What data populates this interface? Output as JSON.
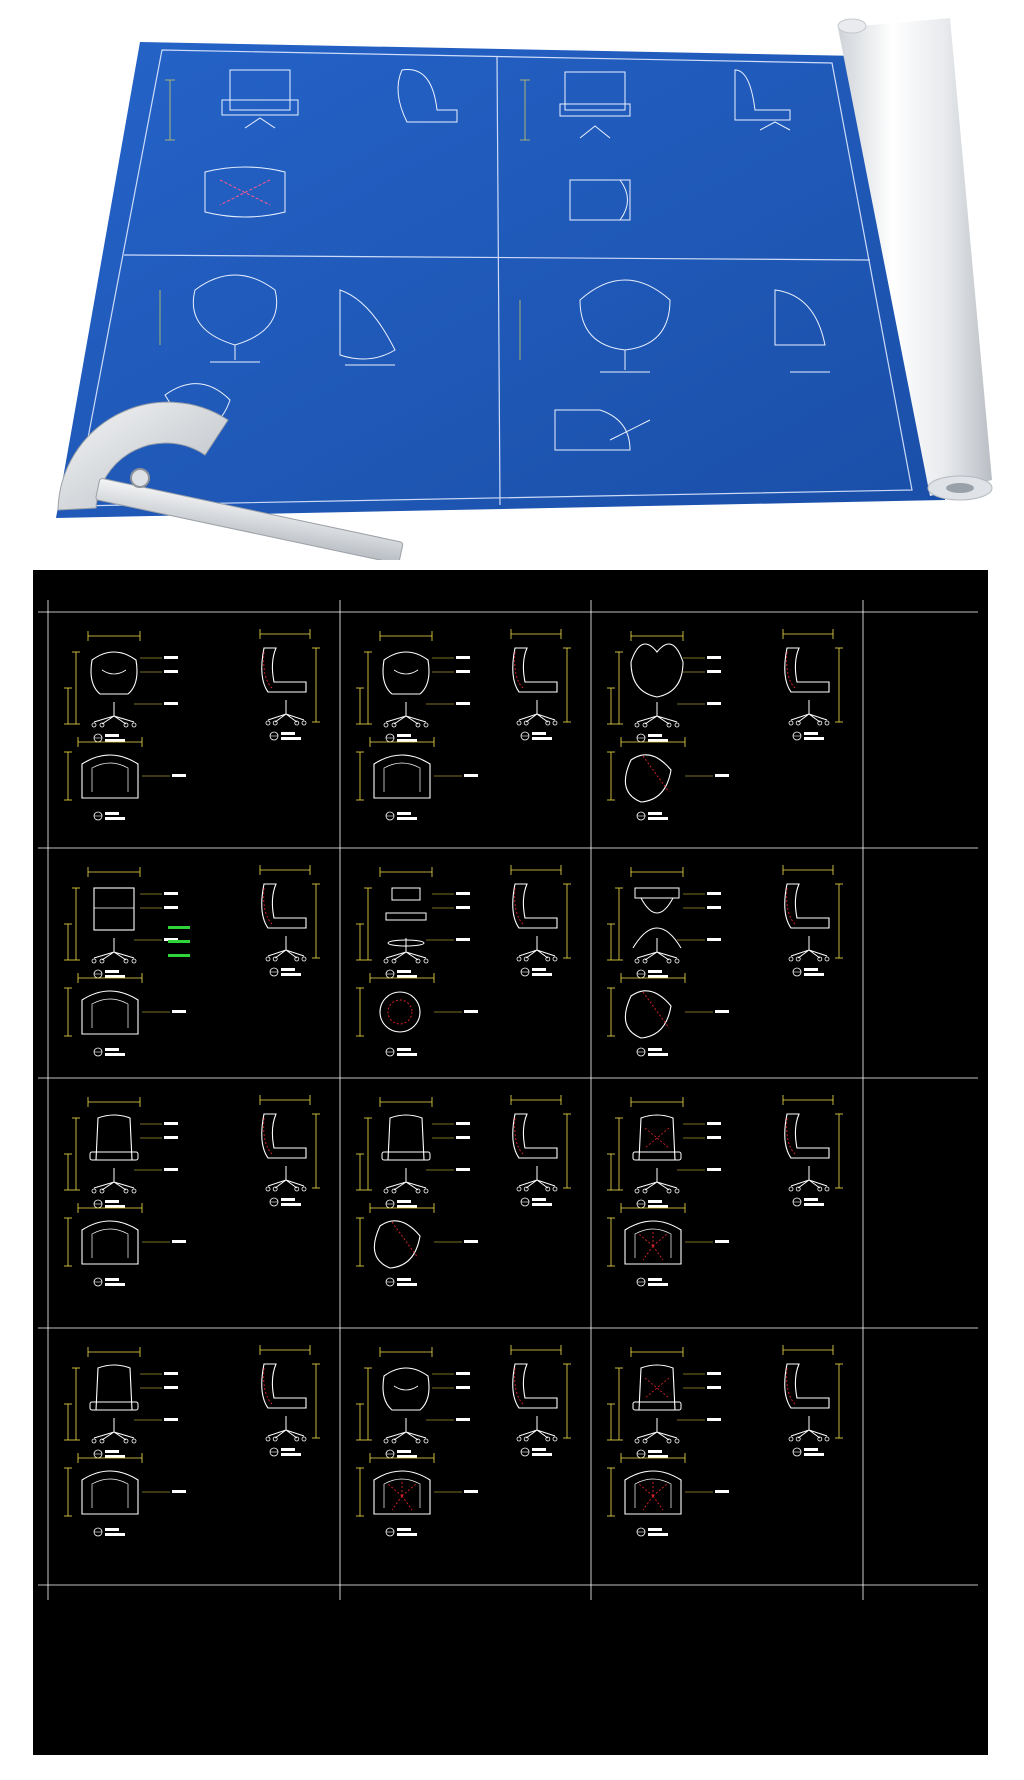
{
  "colors": {
    "blueprint": "#1c56b8",
    "blueprint_line": "#dfe9ff",
    "sheet_bg": "#000000",
    "cad_white": "#ffffff",
    "cad_yellow": "#f6e24a",
    "cad_red": "#e0242a",
    "cad_green": "#2fd43a"
  },
  "icons": [
    "protractor-icon",
    "paper-roll-icon"
  ],
  "blueprint_panels": [
    {
      "id": "bp-1",
      "views": [
        "front",
        "side",
        "top"
      ]
    },
    {
      "id": "bp-2",
      "views": [
        "front",
        "side",
        "top"
      ]
    },
    {
      "id": "bp-3",
      "views": [
        "front",
        "side",
        "top"
      ]
    },
    {
      "id": "bp-4",
      "views": [
        "front",
        "side",
        "top"
      ]
    }
  ],
  "cad_grid": {
    "rows": 4,
    "cols": 3,
    "cells": [
      {
        "style": "tub"
      },
      {
        "style": "tub"
      },
      {
        "style": "swan"
      },
      {
        "style": "box"
      },
      {
        "style": "stool"
      },
      {
        "style": "pedestal"
      },
      {
        "style": "office"
      },
      {
        "style": "shell"
      },
      {
        "style": "executive"
      },
      {
        "style": "office"
      },
      {
        "style": "arm"
      },
      {
        "style": "executive"
      }
    ]
  }
}
